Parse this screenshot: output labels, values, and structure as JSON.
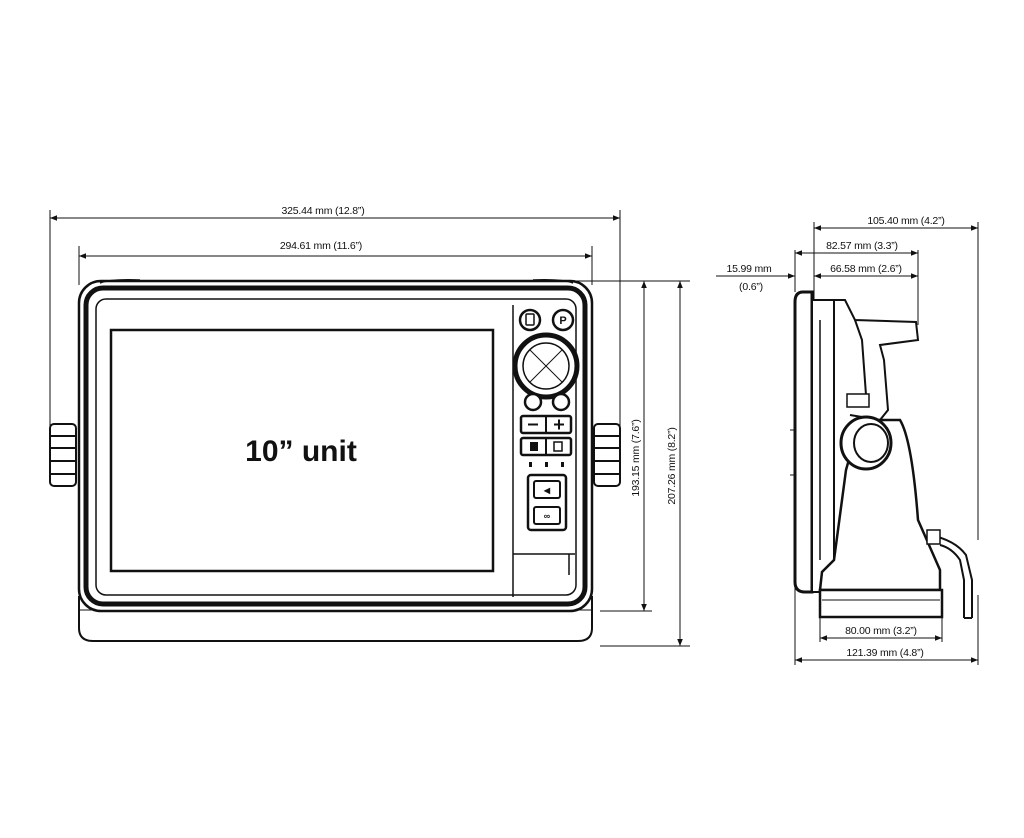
{
  "front_view": {
    "unit_label": "10” unit",
    "overall_width": "325.44 mm (12.8”)",
    "body_width": "294.61 mm (11.6”)",
    "body_height": "193.15 mm (7.6”)",
    "overall_height": "207.26 mm (8.2”)"
  },
  "side_view": {
    "overall_depth": "105.40 mm (4.2”)",
    "depth_to_bracket": "82.57 mm (3.3”)",
    "bezel_depth_mm": "15.99 mm",
    "bezel_depth_in": "(0.6”)",
    "bracket_depth": "66.58 mm (2.6”)",
    "base_width": "80.00 mm (3.2”)",
    "overall_base": "121.39 mm (4.8”)"
  },
  "colors": {
    "line": "#111111",
    "fill": "#ffffff",
    "button_fill": "#e9e9e9"
  }
}
